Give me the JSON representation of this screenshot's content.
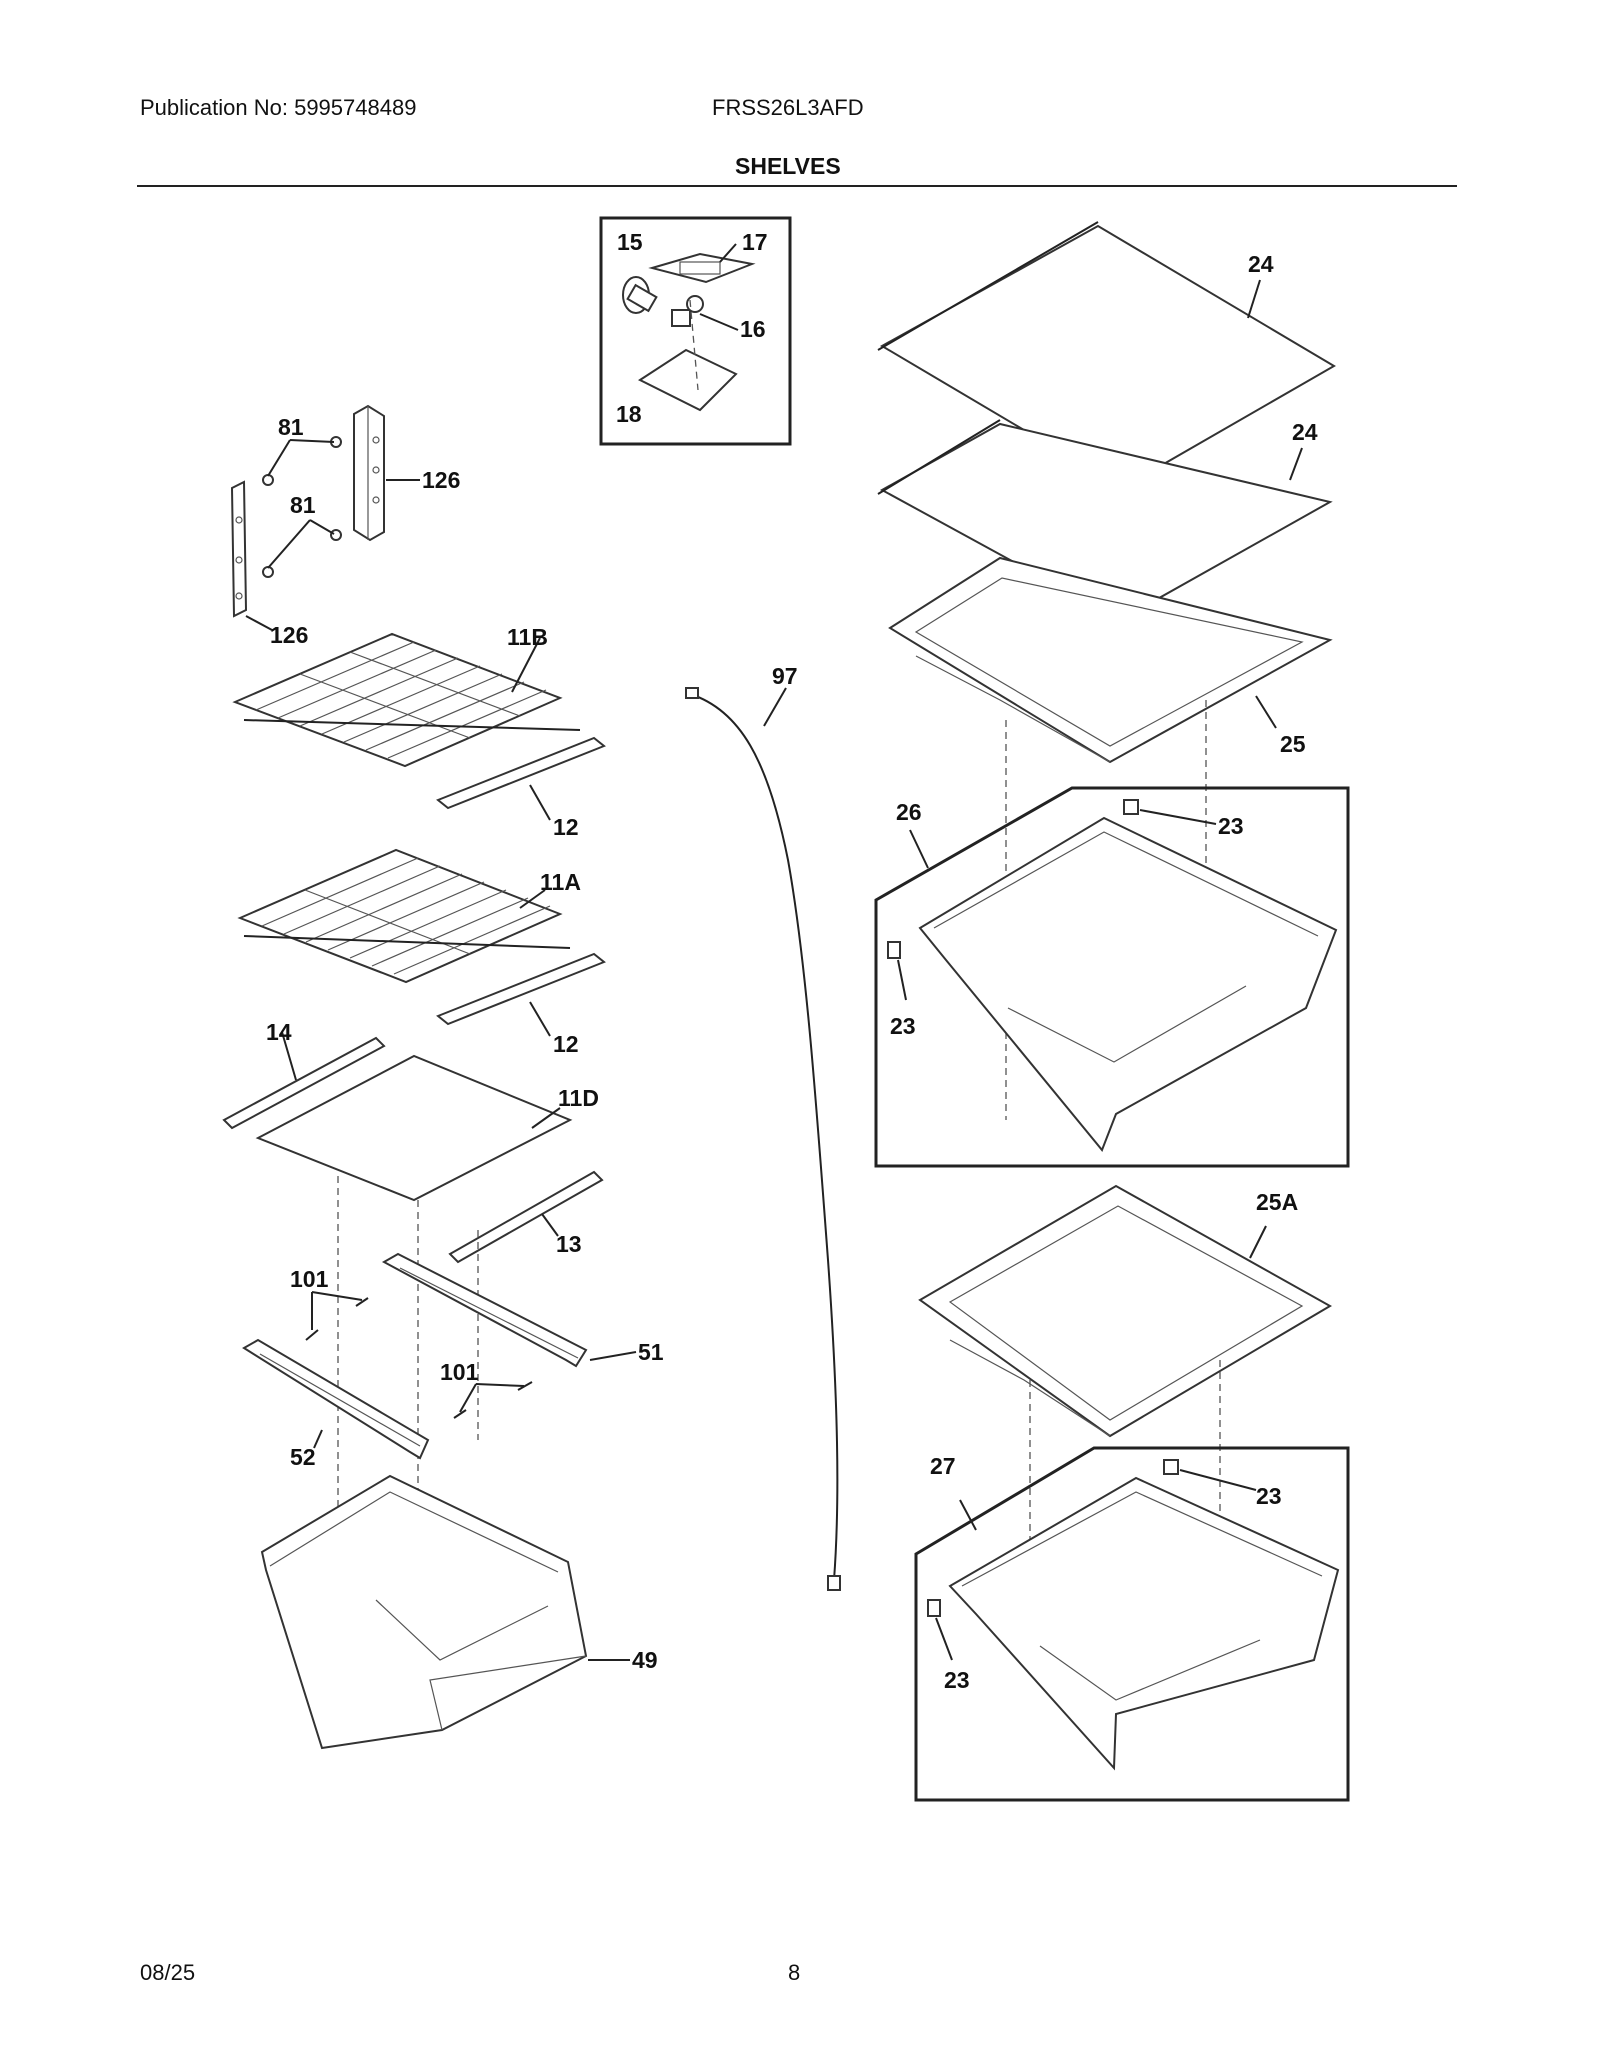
{
  "header": {
    "publication": "Publication No: 5995748489",
    "model": "FRSS26L3AFD",
    "title": "SHELVES"
  },
  "footer": {
    "date": "08/25",
    "page": "8"
  },
  "callouts": {
    "c15": "15",
    "c17": "17",
    "c16": "16",
    "c18": "18",
    "c81a": "81",
    "c81b": "81",
    "c126a": "126",
    "c126b": "126",
    "c11B": "11B",
    "c12a": "12",
    "c11A": "11A",
    "c12b": "12",
    "c14": "14",
    "c11D": "11D",
    "c13": "13",
    "c101a": "101",
    "c51": "51",
    "c101b": "101",
    "c52": "52",
    "c49": "49",
    "c97": "97",
    "c24a": "24",
    "c24b": "24",
    "c25": "25",
    "c26": "26",
    "c23a": "23",
    "c23b": "23",
    "c25A": "25A",
    "c27": "27",
    "c23c": "23",
    "c23d": "23"
  }
}
